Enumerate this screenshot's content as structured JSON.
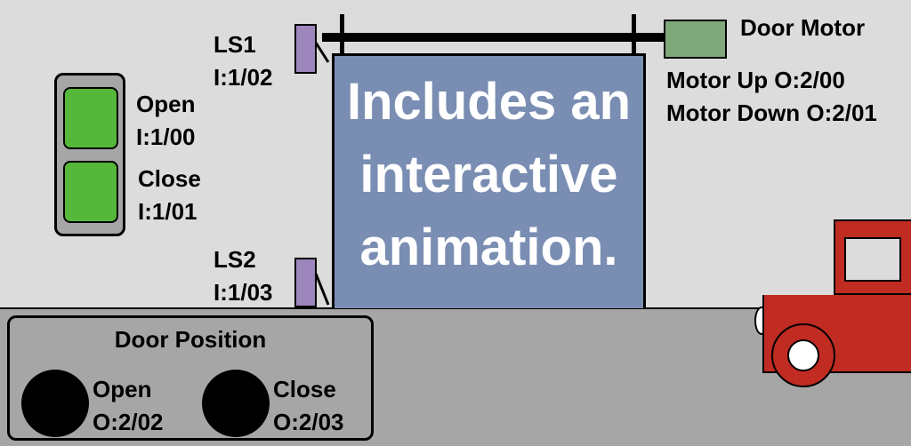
{
  "push_buttons": {
    "open": {
      "label": "Open",
      "address": "I:1/00"
    },
    "close": {
      "label": "Close",
      "address": "I:1/01"
    }
  },
  "limit_switches": {
    "ls1": {
      "label": "LS1",
      "address": "I:1/02"
    },
    "ls2": {
      "label": "LS2",
      "address": "I:1/03"
    }
  },
  "motor": {
    "title": "Door Motor",
    "up": "Motor Up O:2/00",
    "down": "Motor Down O:2/01"
  },
  "overlay": {
    "line1": "Includes an",
    "line2": "interactive",
    "line3": "animation."
  },
  "door_position": {
    "title": "Door Position",
    "open": {
      "label": "Open",
      "address": "O:2/02"
    },
    "close": {
      "label": "Close",
      "address": "O:2/03"
    }
  },
  "colors": {
    "background": "#dcdcdc",
    "ground": "#a6a6a6",
    "button_green": "#55b83a",
    "door": "#7a8db2",
    "limit_switch": "#9d86bb",
    "motor": "#7fa97a",
    "truck": "#c02b22"
  }
}
